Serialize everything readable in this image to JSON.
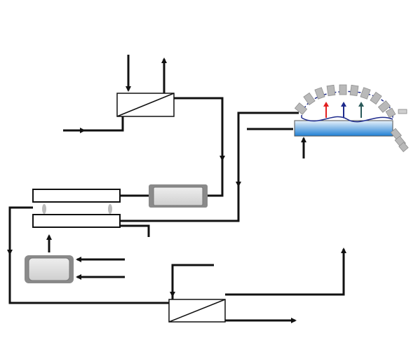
{
  "diagram": {
    "colors": {
      "line": "#111111",
      "box_fill": "#ffffff",
      "vessel_fill": "#d9d9d9",
      "vessel_dark": "#8a8a8a",
      "bath_top": "#e8f2fb",
      "bath_bottom": "#1f7fd4",
      "segment": "#b9b9b9",
      "arrow_red": "#e21f1f",
      "arrow_blue": "#1d2a8c",
      "arrow_green": "#2b5a5a"
    },
    "components": [
      "heat-exchanger-top",
      "heat-exchanger-bottom",
      "storage-vessel-middle",
      "storage-vessel-lower",
      "reactor-plate-upper",
      "reactor-plate-lower",
      "segmented-conveyor-bath"
    ]
  }
}
